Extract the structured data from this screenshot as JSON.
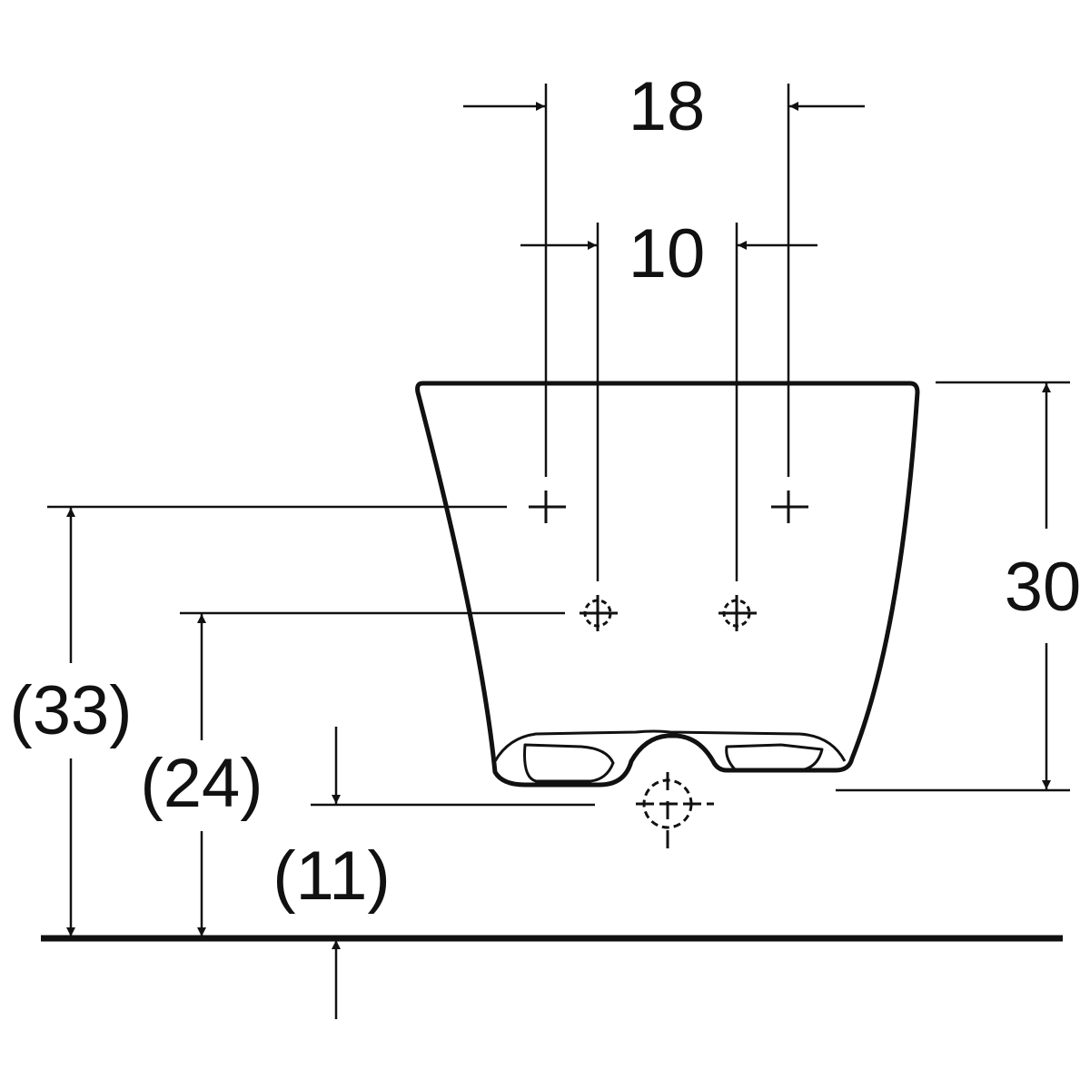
{
  "dimensions": {
    "width_outer": "18",
    "width_inner": "10",
    "height_body": "30",
    "height_upper_fixing": "(33)",
    "height_lower_fixing": "(24)",
    "height_drain": "(11)"
  },
  "colors": {
    "line": "#111111",
    "background": "#ffffff"
  }
}
